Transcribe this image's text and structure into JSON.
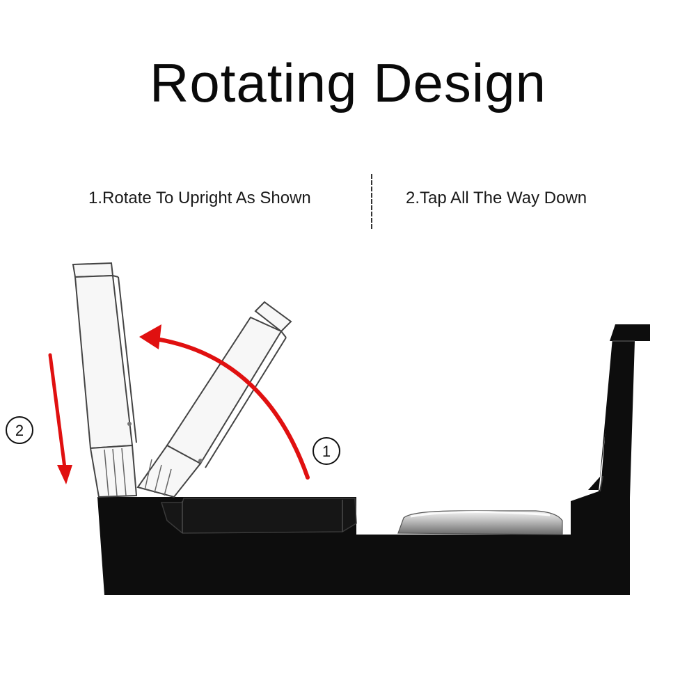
{
  "title": "Rotating Design",
  "steps": [
    {
      "label": "1.Rotate To Upright As Shown"
    },
    {
      "label": "2.Tap All The Way Down"
    }
  ],
  "markers": [
    {
      "label": "1"
    },
    {
      "label": "2"
    }
  ],
  "colors": {
    "arrow": "#e01010",
    "base": "#0d0d0d",
    "tube_outline": "#444444",
    "tube_fill": "#f7f7f7"
  },
  "icons": {
    "rotate_arrow": "curved-arrow-icon",
    "down_arrow": "down-arrow-icon"
  }
}
